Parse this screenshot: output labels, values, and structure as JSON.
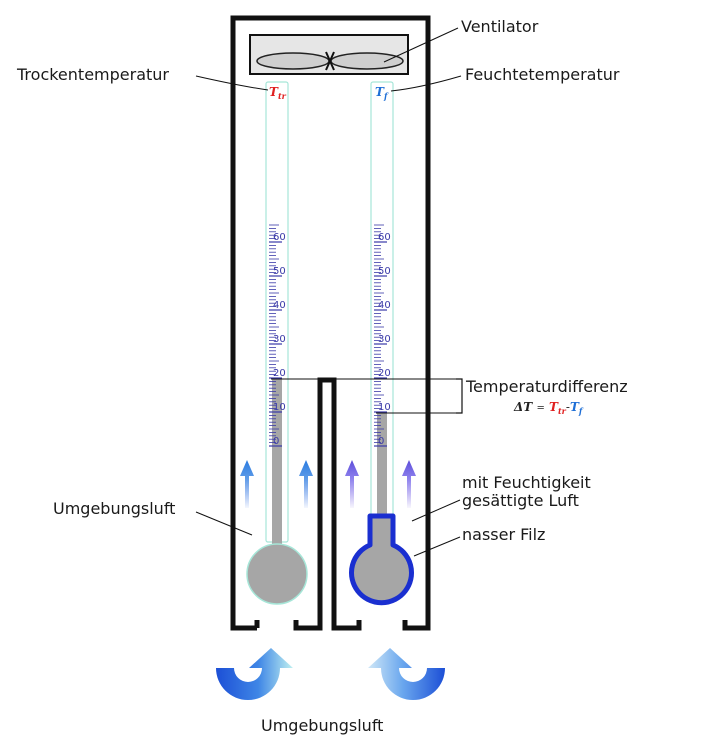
{
  "labels": {
    "ventilator": "Ventilator",
    "dry_temp": "Trockentemperatur",
    "wet_temp": "Feuchtetemperatur",
    "temp_diff": "Temperaturdifferenz",
    "ambient_left": "Umgebungsluft",
    "saturated_line1": "mit Feuchtigkeit",
    "saturated_line2": "gesättigte Luft",
    "wet_felt": "nasser Filz",
    "ambient_bottom": "Umgebungsluft"
  },
  "symbols": {
    "dry_base": "T",
    "dry_sub": "tr",
    "wet_base": "T",
    "wet_sub": "f",
    "delta": "ΔT",
    "equals": "=",
    "minus": "-"
  },
  "scale": {
    "labels": [
      "0",
      "10",
      "20",
      "30",
      "40",
      "50",
      "60"
    ],
    "min": 0,
    "max": 65,
    "dry_reading": 20,
    "wet_reading": 10
  },
  "colors": {
    "dry": "#e02020",
    "wet": "#1f6fd6",
    "felt": "#1a2fd0",
    "mercury": "#a6a6a6",
    "tick": "#3a3aa8",
    "frame": "#111111"
  }
}
